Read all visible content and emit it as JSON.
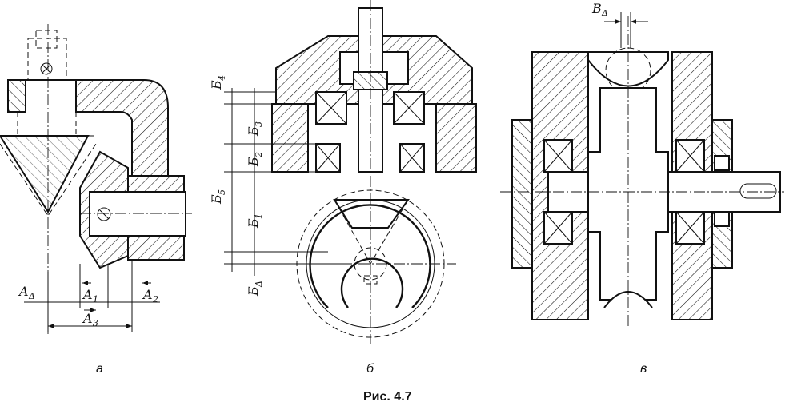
{
  "figure_caption": "Рис. 4.7",
  "subfigures": [
    {
      "id": "a",
      "label": "а"
    },
    {
      "id": "b",
      "label": "б"
    },
    {
      "id": "v",
      "label": "в"
    }
  ],
  "dimensions_a": {
    "a_delta": {
      "main": "A",
      "sub": "Δ"
    },
    "a1": {
      "main": "A",
      "sub": "1"
    },
    "a2": {
      "main": "A",
      "sub": "2"
    },
    "a3": {
      "main": "A",
      "sub": "3"
    }
  },
  "dimensions_b": {
    "b4": {
      "main": "Б",
      "sub": "4"
    },
    "b3": {
      "main": "Б",
      "sub": "3"
    },
    "b2": {
      "main": "Б",
      "sub": "2"
    },
    "b5": {
      "main": "Б",
      "sub": "5"
    },
    "b1": {
      "main": "Б",
      "sub": "1"
    },
    "b_delta": {
      "main": "Б",
      "sub": "Δ"
    }
  },
  "dimensions_v": {
    "v_delta": {
      "main": "В",
      "sub": "Δ"
    }
  }
}
